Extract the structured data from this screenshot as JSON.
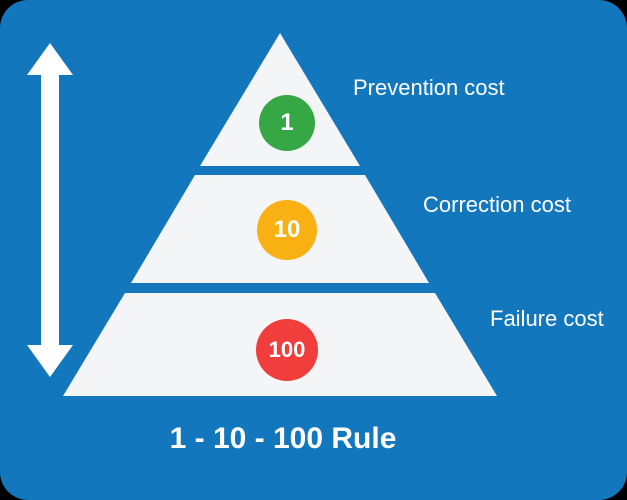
{
  "card": {
    "title": "1 - 10 - 100 Rule",
    "background_color": "#1277bd",
    "pyramid_color": "#f4f5f6"
  },
  "tiers": [
    {
      "value": "1",
      "label": "Prevention cost",
      "circle_color": "#35a845"
    },
    {
      "value": "10",
      "label": "Correction cost",
      "circle_color": "#f9b013"
    },
    {
      "value": "100",
      "label": "Failure cost",
      "circle_color": "#f23d3d"
    }
  ],
  "icons": {
    "double_arrow": "vertical-double-arrow"
  }
}
